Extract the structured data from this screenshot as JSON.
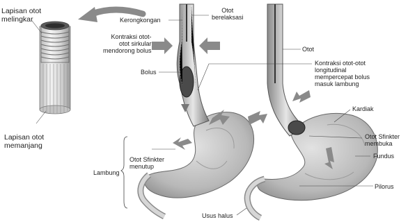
{
  "labels": {
    "lapisan_melingkar": [
      "Lapisan otot",
      "melingkar"
    ],
    "lapisan_memanjang": [
      "Lapisan otot",
      "memanjang"
    ],
    "kerongkongan": "Kerongkongan",
    "otot_berelaksasi": [
      "Otot",
      "berelaksasi"
    ],
    "kontraksi_sirkular": [
      "Kontraksi otot-",
      "otot sirkular",
      "mendorong bolus"
    ],
    "bolus": "Bolus",
    "otot": "Otot",
    "kontraksi_longitudinal": [
      "Kontraksi otot-otot",
      "longitudinal",
      "mempercepat bolus",
      "masuk lambung"
    ],
    "kardiak": "Kardiak",
    "sfinkter_membuka": [
      "Otot Sfinkter",
      "membuka"
    ],
    "fundus": "Fundus",
    "sfinkter_menutup": [
      "Otot Sfinkter",
      "menutup"
    ],
    "lambung": "Lambung",
    "pilorus": "Pilorus",
    "usus_halus": "Usus halus"
  }
}
